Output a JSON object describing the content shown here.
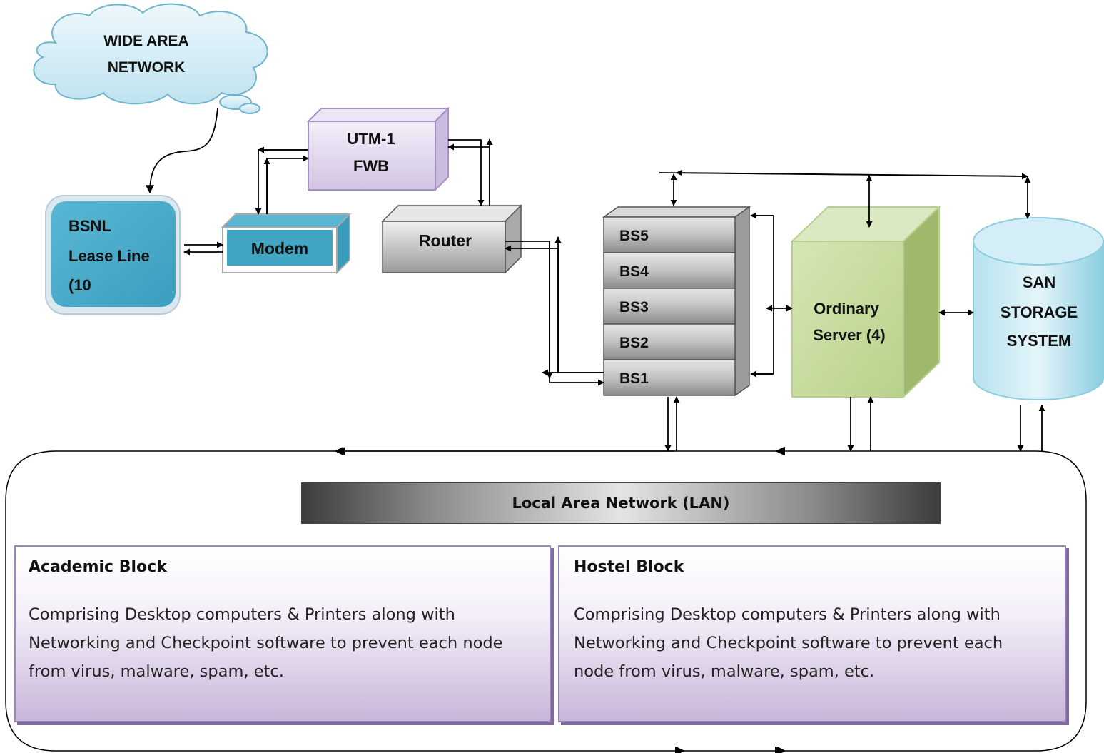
{
  "wan": {
    "line1": "WIDE AREA",
    "line2": "NETWORK"
  },
  "bsnl": {
    "line1": "BSNL",
    "line2": "Lease Line",
    "line3": "(10"
  },
  "modem": {
    "label": "Modem"
  },
  "utm": {
    "line1": "UTM-1",
    "line2": "FWB"
  },
  "router": {
    "label": "Router"
  },
  "blade_servers": [
    "BS5",
    "BS4",
    "BS3",
    "BS2",
    "BS1"
  ],
  "ordinary_server": {
    "line1": "Ordinary",
    "line2": "Server (4)"
  },
  "san": {
    "line1": "SAN",
    "line2": "STORAGE",
    "line3": "SYSTEM"
  },
  "lan": {
    "label": "Local Area Network (LAN)"
  },
  "academic_block": {
    "title": "Academic Block",
    "lines": [
      "Comprising Desktop computers & Printers along with",
      "Networking and Checkpoint software to prevent each node",
      "from virus, malware, spam, etc."
    ]
  },
  "hostel_block": {
    "title": "Hostel Block",
    "lines": [
      "Comprising Desktop computers & Printers along with",
      "Networking and Checkpoint software to prevent each",
      "node from virus, malware, spam, etc."
    ]
  },
  "colors": {
    "bsnl_fill": "#4aaccc",
    "modem_fill": "#3fa5c3",
    "utm_fill": "#e4dcef",
    "router_fill": "#cfcfcf",
    "server_fill": "#c8dca0",
    "san_fill": "#9fd6e6",
    "block_border": "#9c88b6"
  }
}
